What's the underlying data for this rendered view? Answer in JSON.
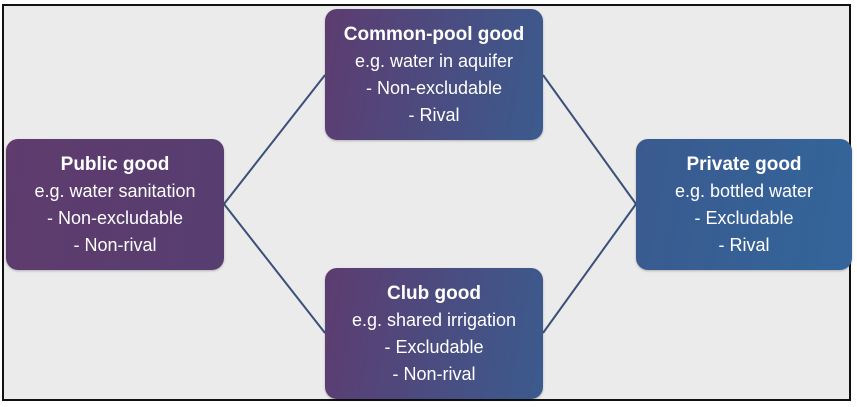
{
  "diagram": {
    "nodes": {
      "public": {
        "title": "Public good",
        "lines": [
          "e.g. water sanitation",
          "- Non-excludable",
          "- Non-rival"
        ]
      },
      "common": {
        "title": "Common-pool good",
        "lines": [
          "e.g. water in aquifer",
          "- Non-excludable",
          "- Rival"
        ]
      },
      "club": {
        "title": "Club good",
        "lines": [
          "e.g. shared irrigation",
          "- Excludable",
          "- Non-rival"
        ]
      },
      "private": {
        "title": "Private good",
        "lines": [
          "e.g. bottled water",
          "- Excludable",
          "- Rival"
        ]
      }
    },
    "edges": [
      {
        "from": "Public good",
        "to": "Common-pool good"
      },
      {
        "from": "Public good",
        "to": "Club good"
      },
      {
        "from": "Common-pool good",
        "to": "Private good"
      },
      {
        "from": "Club good",
        "to": "Private good"
      }
    ],
    "colors": {
      "background": "#ebebeb",
      "connector": "#3b5078",
      "public_box": "#5f3b6e",
      "common_club_box_start": "#5d3c70",
      "common_club_box_end": "#3b5b8e",
      "private_box": "#3a5a8f",
      "text": "#ffffff"
    }
  }
}
